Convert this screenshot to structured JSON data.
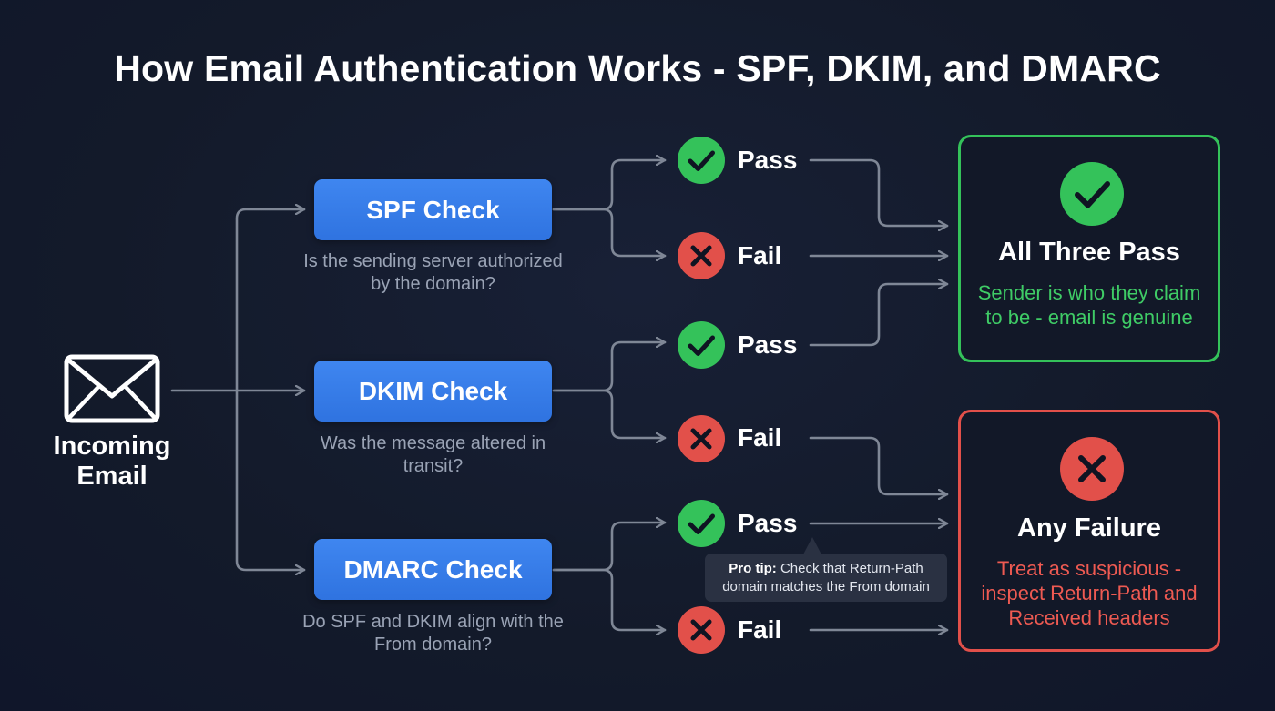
{
  "title": "How Email Authentication Works - SPF, DKIM, and DMARC",
  "source": {
    "label": "Incoming Email",
    "icon": "envelope-icon"
  },
  "checks": [
    {
      "name": "SPF Check",
      "description": "Is the sending server authorized by the domain?"
    },
    {
      "name": "DKIM Check",
      "description": "Was the message altered in transit?"
    },
    {
      "name": "DMARC Check",
      "description": "Do SPF and DKIM align with the From domain?"
    }
  ],
  "outcomes": {
    "pass_label": "Pass",
    "fail_label": "Fail"
  },
  "results": {
    "pass": {
      "title": "All Three Pass",
      "description": "Sender is who they claim to be - email is genuine"
    },
    "fail": {
      "title": "Any Failure",
      "description": "Treat as suspicious - inspect Return-Path and Received headers"
    }
  },
  "tip": {
    "prefix": "Pro tip:",
    "text": "Check that Return-Path domain matches the From domain"
  },
  "colors": {
    "background": "#141a2b",
    "check_box": "#3a7fec",
    "pass": "#34c25a",
    "fail": "#e2504a",
    "wire": "#7f8796",
    "muted_text": "#9aa3b5"
  }
}
